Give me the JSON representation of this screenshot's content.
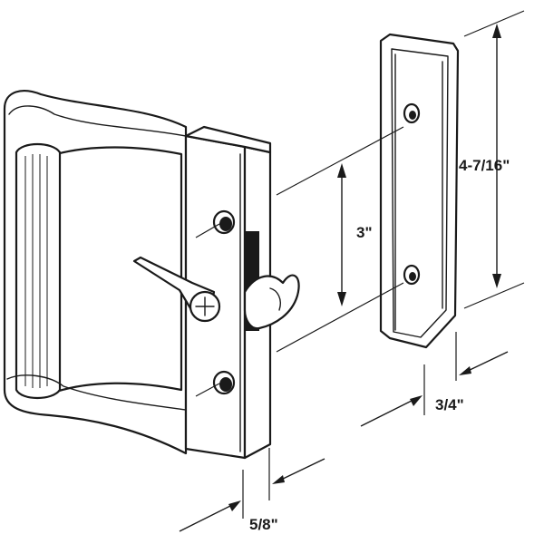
{
  "dimensions": {
    "screw_spacing": "3\"",
    "keeper_height": "4-7/16\"",
    "keeper_depth": "3/4\"",
    "handle_thickness": "5/8\""
  },
  "colors": {
    "line": "#1a1a1a",
    "background": "#ffffff"
  }
}
